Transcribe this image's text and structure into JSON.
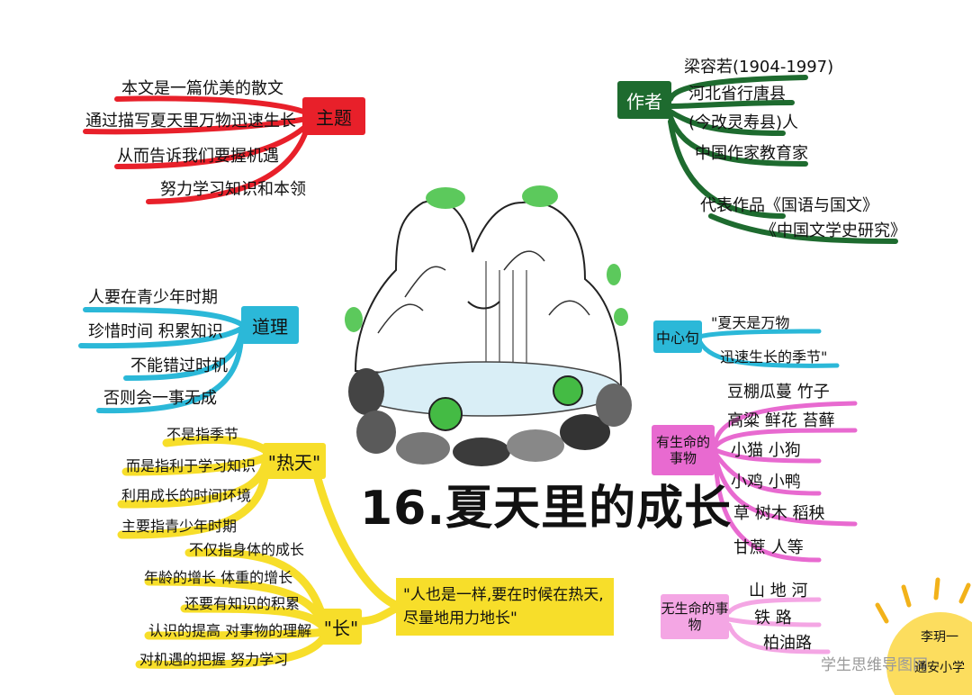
{
  "title": "16.夏天里的成长",
  "branches": {
    "theme": {
      "label": "主题",
      "color": "#e8202a",
      "items": [
        "本文是一篇优美的散文",
        "通过描写夏天里万物迅速生长",
        "从而告诉我们要握机遇",
        "努力学习知识和本领"
      ]
    },
    "author": {
      "label": "作者",
      "color": "#1e6b2f",
      "items": [
        "梁容若(1904-1997)",
        "河北省行唐县",
        "(今改灵寿县)人",
        "中国作家教育家",
        "代表作品《国语与国文》",
        "《中国文学史研究》"
      ]
    },
    "reason": {
      "label": "道理",
      "color": "#2bb8d8",
      "items": [
        "人要在青少年时期",
        "珍惜时间 积累知识",
        "不能错过时机",
        "否则会一事无成"
      ]
    },
    "central": {
      "label": "中心句",
      "color": "#2bb8d8",
      "items": [
        "\"夏天是万物",
        "迅速生长的季节\""
      ]
    },
    "living": {
      "label": "有生命的事物",
      "color": "#e86ad0",
      "items": [
        "豆棚瓜蔓 竹子",
        "高粱 鲜花 苔藓",
        "小猫 小狗",
        "小鸡 小鸭",
        "草 树木 稻秧",
        "甘蔗 人等"
      ]
    },
    "nonliving": {
      "label": "无生命的事物",
      "color": "#f4a6e4",
      "items": [
        "山 地 河",
        "铁 路",
        "柏油路"
      ]
    },
    "hot": {
      "label": "\"热天\"",
      "color": "#f7de2a",
      "items": [
        "不是指季节",
        "而是指利于学习知识",
        "利用成长的时间环境",
        "主要指青少年时期"
      ]
    },
    "grow": {
      "label": "\"长\"",
      "color": "#f7de2a",
      "items": [
        "不仅指身体的成长",
        "年龄的增长 体重的增长",
        "还要有知识的积累",
        "认识的提高 对事物的理解",
        "对机遇的把握 努力学习"
      ]
    },
    "quote": {
      "text": "\"人也是一样,要在时候在热天,尽量地用力地长\"",
      "color": "#f7de2a"
    }
  },
  "watermark": "学生思维导图网",
  "signature": "李玥一\n \n通安小学"
}
